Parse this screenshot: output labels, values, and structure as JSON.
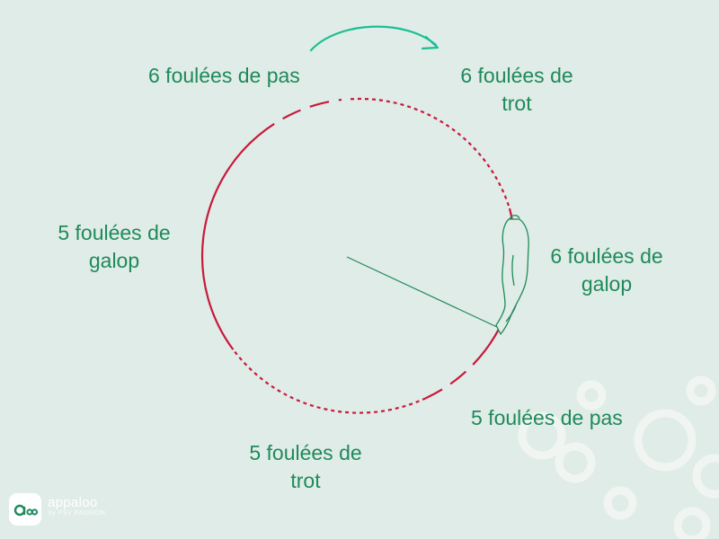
{
  "colors": {
    "background": "#e0ece7",
    "circle": "#c8193d",
    "text": "#1f8a5b",
    "arrow": "#1bbf94",
    "horse": "#1f8a5b",
    "decor": "#f3f7f5"
  },
  "labels": {
    "top_left": "6 foulées de pas",
    "top_right": "6 foulées de\ntrot",
    "right": "6 foulées de\ngalop",
    "bottom_right": "5 foulées de pas",
    "bottom": "5 foulées de\ntrot",
    "left": "5 foulées de\ngalop"
  },
  "logo": {
    "name": "appaloo",
    "tagline": "by PSV PADIVON"
  },
  "icons": {
    "arrow": "curved-arrow-icon",
    "horse": "horse-top-view-icon",
    "logo": "appaloo-logo-icon"
  }
}
